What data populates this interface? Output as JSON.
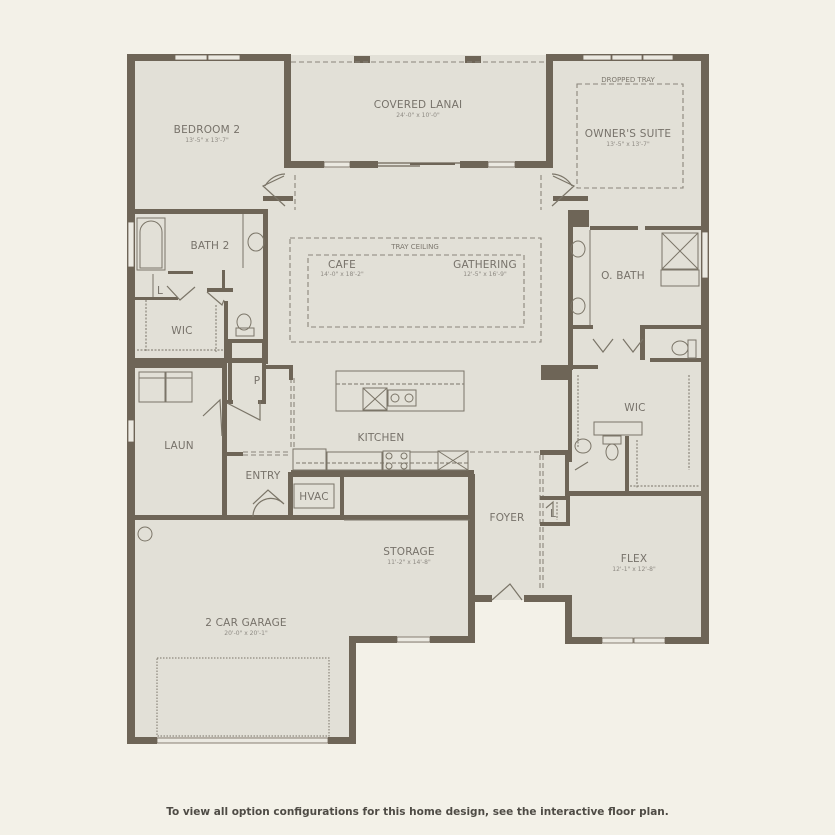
{
  "colors": {
    "background": "#f3f1e8",
    "floor": "#e2e0d7",
    "wall": "#6e6557",
    "thin_line": "#7b7568",
    "label": "#77726a",
    "footer_text": "#4e4b45"
  },
  "rooms": {
    "bedroom2": {
      "label": "BEDROOM 2",
      "dim": "13'-5\" x 13'-7\""
    },
    "covered_lanai": {
      "label": "COVERED LANAI",
      "dim": "24'-0\" x 10'-0\""
    },
    "owners_suite": {
      "label": "OWNER'S SUITE",
      "dim": "13'-5\" x 13'-7\"",
      "note": "DROPPED TRAY"
    },
    "bath2": {
      "label": "BATH 2"
    },
    "linen_left": {
      "label": "L"
    },
    "wic_left": {
      "label": "WIC"
    },
    "tray_ceiling": {
      "label": "TRAY CEILING"
    },
    "cafe": {
      "label": "CAFE",
      "dim": "14'-0\" x 18'-2\""
    },
    "gathering": {
      "label": "GATHERING",
      "dim": "12'-5\" x 16'-9\""
    },
    "o_bath": {
      "label": "O. BATH"
    },
    "pantry": {
      "label": "P"
    },
    "kitchen": {
      "label": "KITCHEN"
    },
    "laundry": {
      "label": "LAUN"
    },
    "entry": {
      "label": "ENTRY"
    },
    "hvac": {
      "label": "HVAC"
    },
    "wic_right": {
      "label": "WIC"
    },
    "foyer": {
      "label": "FOYER"
    },
    "linen_foyer": {
      "label": "L"
    },
    "storage": {
      "label": "STORAGE",
      "dim": "11'-2\" x 14'-8\""
    },
    "garage": {
      "label": "2 CAR GARAGE",
      "dim": "20'-0\" x 20'-1\""
    },
    "flex": {
      "label": "FLEX",
      "dim": "12'-1\" x 12'-8\""
    }
  },
  "footer": {
    "text": "To view all option configurations for this home design, see the interactive floor plan."
  }
}
